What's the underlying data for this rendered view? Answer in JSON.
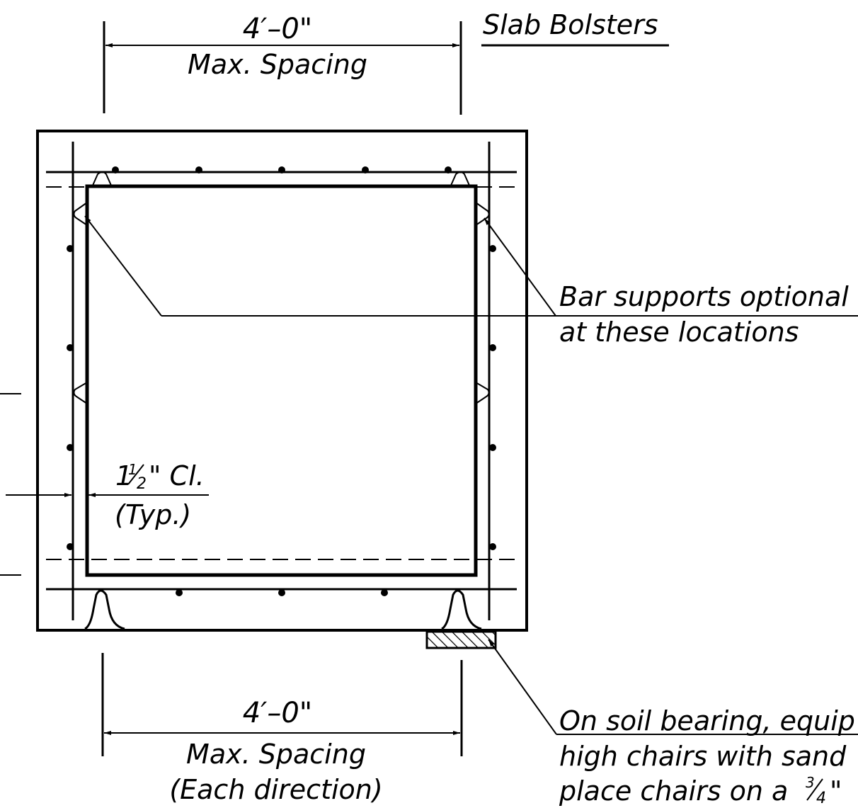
{
  "labels": {
    "top_dim": "4′–0\"",
    "top_dim_note": "Max. Spacing",
    "slab_bolsters": "Slab Bolsters",
    "bar_supports_line1": "Bar supports optional",
    "bar_supports_line2": "at these locations",
    "clearance_whole": "1",
    "clearance_num": "1",
    "clearance_den": "2",
    "clearance_suffix": "\" Cl.",
    "clearance_note": "(Typ.)",
    "bottom_dim": "4′–0\"",
    "bottom_dim_note1": "Max. Spacing",
    "bottom_dim_note2": "(Each direction)",
    "soil_line1": "On soil bearing, equip",
    "soil_line2": "high chairs with sand",
    "soil_line3_pre": "place chairs on a ",
    "soil_frac_num": "3",
    "soil_frac_den": "4",
    "soil_line3_post": "\""
  }
}
